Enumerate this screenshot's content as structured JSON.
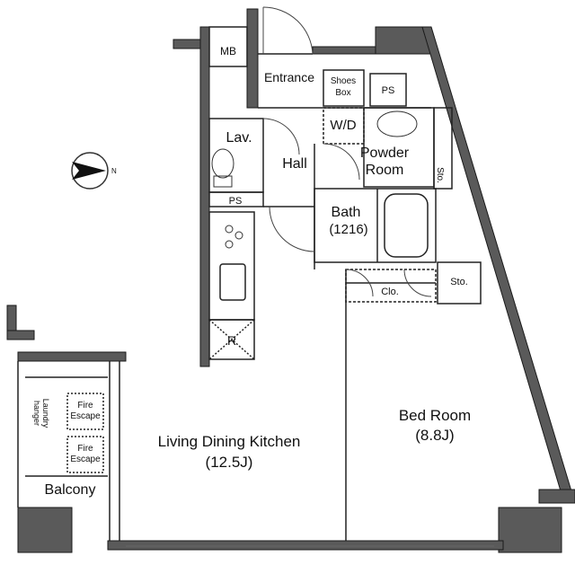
{
  "labels": {
    "mb": "MB",
    "entrance": "Entrance",
    "shoes_box_1": "Shoes",
    "shoes_box_2": "Box",
    "ps_top": "PS",
    "lav": "Lav.",
    "wd": "W/D",
    "hall": "Hall",
    "powder_room_1": "Powder",
    "powder_room_2": "Room",
    "storage_right": "Sto.",
    "ps_left": "PS",
    "bath": "Bath",
    "bath_size": "(1216)",
    "clo": "Clo.",
    "sto_bed": "Sto.",
    "refrigerator": "R",
    "laundry_1": "Laundry",
    "laundry_2": "hanger",
    "fire_escape_1a": "Fire",
    "fire_escape_1b": "Escape",
    "fire_escape_2a": "Fire",
    "fire_escape_2b": "Escape",
    "balcony": "Balcony",
    "ldk": "Living Dining Kitchen",
    "ldk_size": "(12.5J)",
    "bedroom": "Bed Room",
    "bedroom_size": "(8.8J)",
    "north": "N"
  },
  "colors": {
    "wall": "#1a1a1a",
    "wall_fill": "#5a5a5a",
    "line": "#222222",
    "window": "#666666"
  }
}
